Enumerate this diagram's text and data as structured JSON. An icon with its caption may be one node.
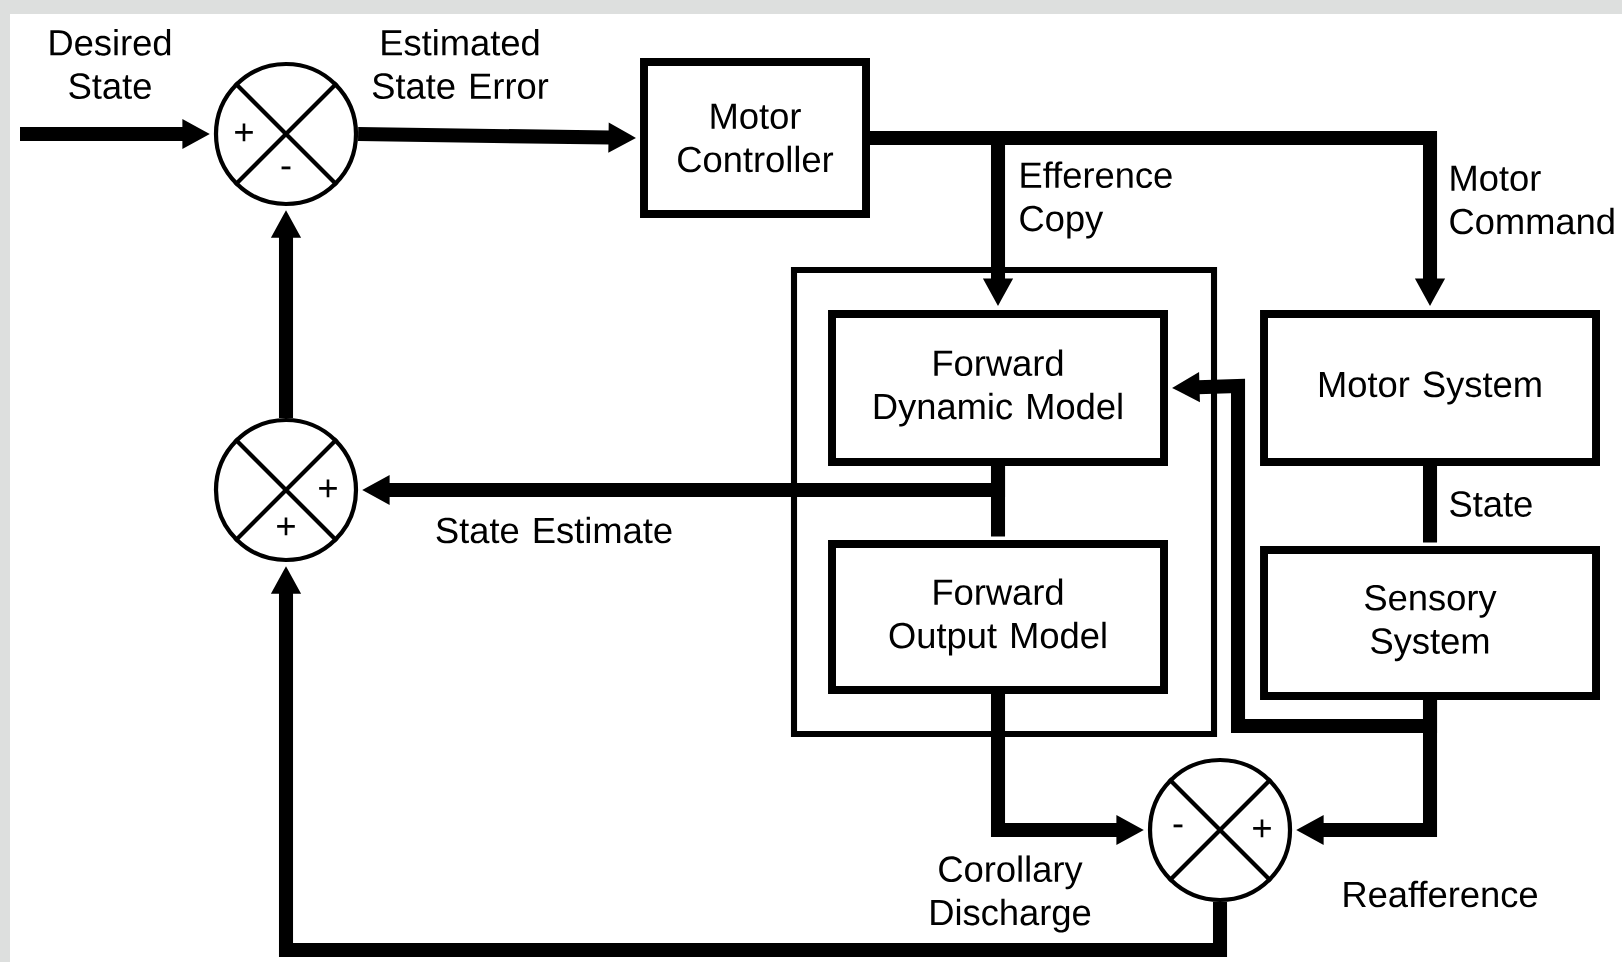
{
  "diagram": {
    "nodes": [
      {
        "text": [
          "+",
          "-"
        ]
      },
      {
        "text": [
          "Motor Controller"
        ]
      },
      {
        "text": [],
        "shape": "box"
      },
      {
        "text": [
          "Forward Dynamic Model"
        ],
        "in": 2
      },
      {
        "text": [
          "Forward Output Model"
        ],
        "in": 2
      },
      {
        "text": [
          "Motor System"
        ]
      },
      {
        "text": [
          "Sensory System"
        ]
      },
      {
        "text": [
          "+",
          "+"
        ]
      },
      {
        "text": [
          "-",
          "+"
        ]
      }
    ],
    "edges": [
      {
        "from": null,
        "to": 0,
        "arrow": "to",
        "label": "Desired State"
      },
      {
        "from": 0,
        "to": 1,
        "arrow": "to",
        "label": "Estimated State Error"
      },
      {
        "from": 1,
        "to": 3,
        "arrow": "to",
        "label": "Efference Copy"
      },
      {
        "from": 1,
        "to": 5,
        "arrow": "to",
        "label": "Motor Command"
      },
      {
        "from": 5,
        "to": 6,
        "arrow": "none",
        "label": "State"
      },
      {
        "from": 6,
        "to": 3,
        "arrow": "to"
      },
      {
        "from": 6,
        "to": 8,
        "arrow": "to",
        "label": "Reafference"
      },
      {
        "from": 3,
        "to": 4,
        "arrow": "none"
      },
      {
        "from": 3,
        "to": 7,
        "arrow": "to",
        "label": "State Estimate"
      },
      {
        "from": 4,
        "to": 8,
        "arrow": "to",
        "label": "Corollary Discharge"
      },
      {
        "from": 8,
        "to": 7,
        "arrow": "to"
      },
      {
        "from": 7,
        "to": 0,
        "arrow": "to"
      }
    ]
  }
}
